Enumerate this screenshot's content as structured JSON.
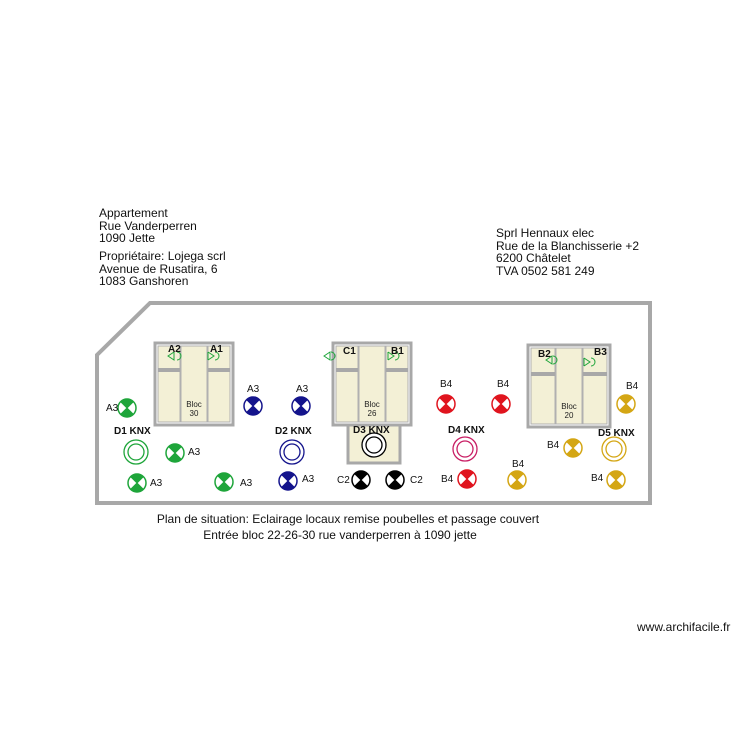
{
  "header_left": {
    "lines_1": [
      "Appartement",
      "Rue Vanderperren",
      "1090 Jette"
    ],
    "lines_2": [
      "Propriétaire: Lojega scrl",
      "Avenue de Rusatira, 6",
      "1083 Ganshoren"
    ]
  },
  "header_right": {
    "lines": [
      "Sprl Hennaux elec",
      "Rue de la Blanchisserie +2",
      "6200 Châtelet",
      "TVA 0502 581 249"
    ]
  },
  "colors": {
    "wall": "#a8a8a8",
    "cabinet": "#f3f0d6",
    "A": "#1ea53a",
    "D2": "#14148c",
    "B": "#e0141e",
    "C": "#000000",
    "E": "#d4a614",
    "D4": "#c81e64"
  },
  "blocs": {
    "b30": [
      "Bloc",
      "30"
    ],
    "b26": [
      "Bloc",
      "26"
    ],
    "b20": [
      "Bloc",
      "20"
    ]
  },
  "labels": {
    "A2": "A2",
    "A1": "A1",
    "C1": "C1",
    "B1": "B1",
    "B2": "B2",
    "B3": "B3",
    "A3": "A3",
    "B4": "B4",
    "C2": "C2",
    "D1": "D1 KNX",
    "D2": "D2 KNX",
    "D3": "D3 KNX",
    "D4": "D4 KNX",
    "D5": "D5 KNX"
  },
  "caption": {
    "line1": "Plan de situation: Eclairage locaux remise poubelles et passage couvert",
    "line2": "Entrée bloc 22-26-30 rue vanderperren à 1090 jette"
  },
  "watermark": "www.archifacile.fr"
}
